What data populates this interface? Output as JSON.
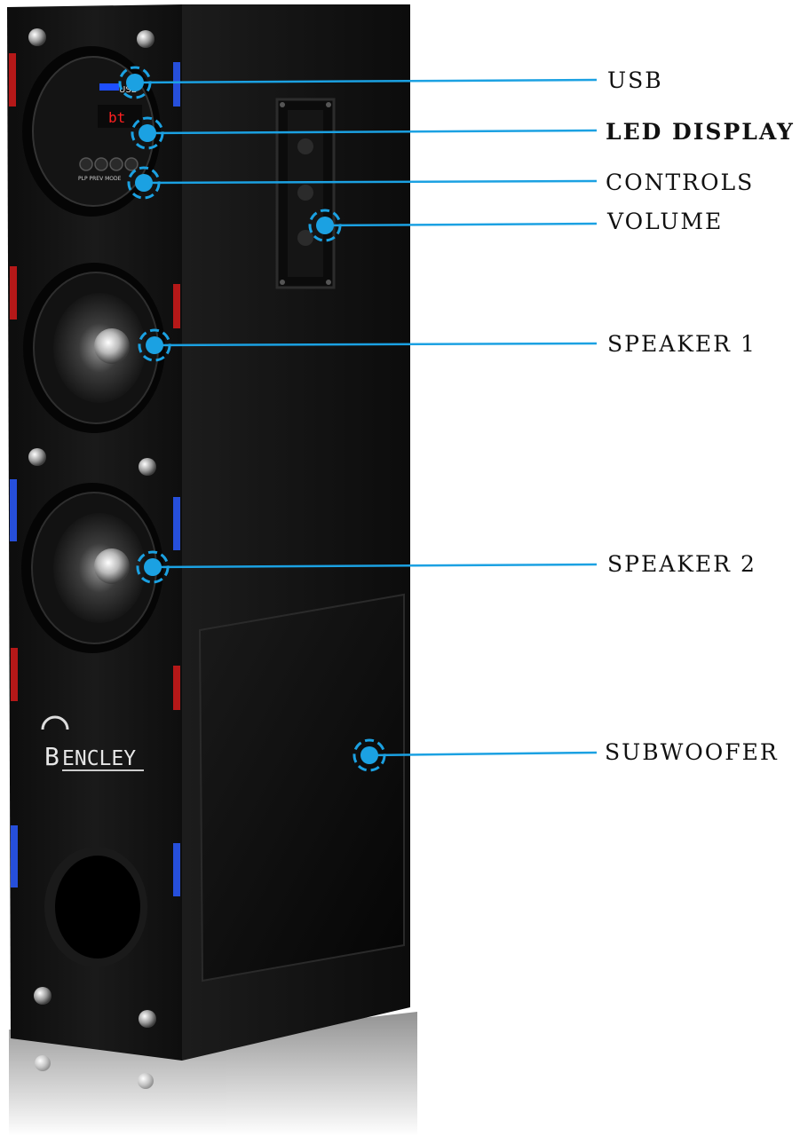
{
  "brand": {
    "logo_letter": "B",
    "logo_rest": "ENCLEY"
  },
  "front_panel": {
    "usb_tag": "USB",
    "display_readout": "bt",
    "buttons_caption": "PLP  PREV  MODE"
  },
  "accent_color": "#1ba1e2",
  "callouts": [
    {
      "key": "usb",
      "label": "USB"
    },
    {
      "key": "led_display",
      "label": "LED DISPLAY"
    },
    {
      "key": "controls",
      "label": "CONTROLS"
    },
    {
      "key": "volume",
      "label": "VOLUME"
    },
    {
      "key": "speaker_1",
      "label": "SPEAKER 1"
    },
    {
      "key": "speaker_2",
      "label": "SPEAKER 2"
    },
    {
      "key": "subwoofer",
      "label": "SUBWOOFER"
    }
  ]
}
